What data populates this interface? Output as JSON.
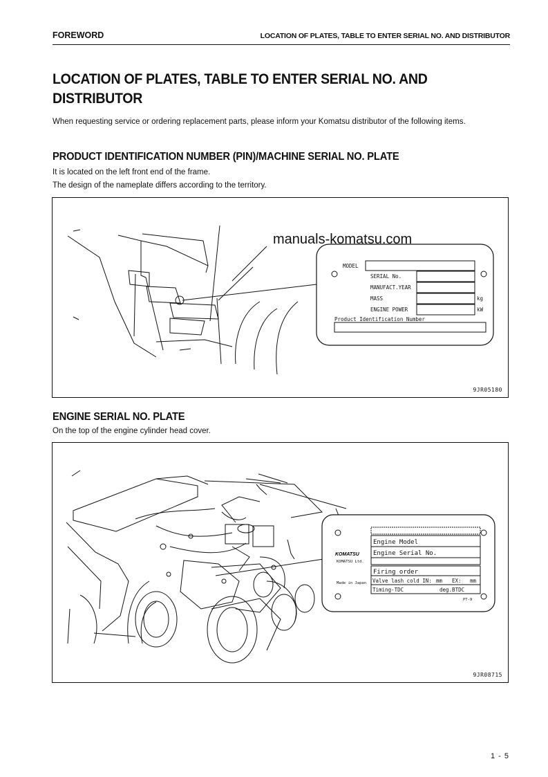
{
  "header": {
    "left": "FOREWORD",
    "right": "LOCATION OF PLATES, TABLE TO ENTER SERIAL NO. AND DISTRIBUTOR"
  },
  "title_line1": "LOCATION OF PLATES, TABLE TO ENTER SERIAL NO. AND",
  "title_line2": "DISTRIBUTOR",
  "intro": "When requesting service or ordering replacement parts, please inform your Komatsu distributor of the following items.",
  "section1": {
    "heading": "PRODUCT IDENTIFICATION NUMBER (PIN)/MACHINE SERIAL NO. PLATE",
    "line1": "It is located on the left front end of the frame.",
    "line2": "The design of the nameplate differs according to the territory.",
    "figure_code": "9JR05180",
    "plate": {
      "model": "MODEL",
      "serial": "SERIAL No.",
      "year": "MANUFACT.YEAR",
      "mass": "MASS",
      "mass_unit": "kg",
      "power": "ENGINE POWER",
      "power_unit": "kW",
      "pin": "Product Identification Number"
    }
  },
  "watermark": "manuals-komatsu.com",
  "section2": {
    "heading": "ENGINE SERIAL NO. PLATE",
    "line1": "On the top of the engine cylinder head cover.",
    "figure_code": "9JR08715",
    "plate": {
      "brand": "KOMATSU",
      "company": "KOMATSU Ltd.",
      "made_in": "Made in Japan",
      "engine_model": "Engine Model",
      "engine_serial": "Engine Serial No.",
      "firing_order": "Firing order",
      "valve_lash": "Valve lash cold IN:",
      "in_unit": "mm",
      "ex_label": "EX:",
      "ex_unit": "mm",
      "timing": "Timing-TDC",
      "timing_unit": "deg.BTDC",
      "pt": "PT-9"
    }
  },
  "page_number": "1 - 5"
}
